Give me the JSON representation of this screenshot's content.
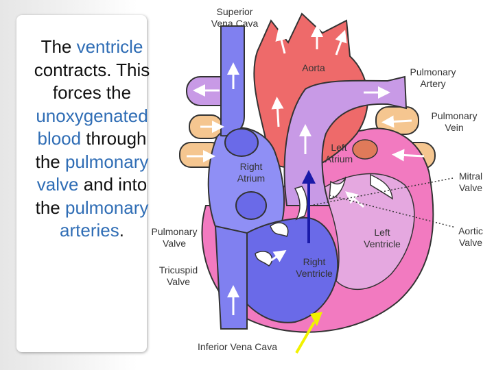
{
  "caption": {
    "s1": "The ",
    "s2": "ventricle",
    "s3": " contracts. This forces the ",
    "s4": "unoxygenated blood",
    "s5": " through the ",
    "s6": "pulmonary valve",
    "s7": " and into the ",
    "s8": "pulmonary arteries",
    "s9": "."
  },
  "labels": {
    "superior_vena_cava_1": "Superior",
    "superior_vena_cava_2": "Vena Cava",
    "aorta": "Aorta",
    "pulmonary_artery_1": "Pulmonary",
    "pulmonary_artery_2": "Artery",
    "pulmonary_vein_1": "Pulmonary",
    "pulmonary_vein_2": "Vein",
    "left_atrium_1": "Left",
    "left_atrium_2": "Atrium",
    "right_atrium_1": "Right",
    "right_atrium_2": "Atrium",
    "mitral_valve_1": "Mitral",
    "mitral_valve_2": "Valve",
    "pulmonary_valve_1": "Pulmonary",
    "pulmonary_valve_2": "Valve",
    "left_ventricle_1": "Left",
    "left_ventricle_2": "Ventricle",
    "aortic_valve_1": "Aortic",
    "aortic_valve_2": "Valve",
    "right_ventricle_1": "Right",
    "right_ventricle_2": "Ventricle",
    "tricuspid_valve_1": "Tricuspid",
    "tricuspid_valve_2": "Valve",
    "inferior_vena_cava": "Inferior Vena Cava"
  },
  "colors": {
    "highlight_text": "#2f6db5",
    "deoxygenated": "#8080f0",
    "oxygenated": "#ee6a6a",
    "pulmonary_artery": "#c89ae6",
    "pulmonary_vein": "#f5c690",
    "heart_wall": "#f27ac0",
    "flow_arrow": "#1a1aa8",
    "pointer_arrow": "#f2f200"
  }
}
